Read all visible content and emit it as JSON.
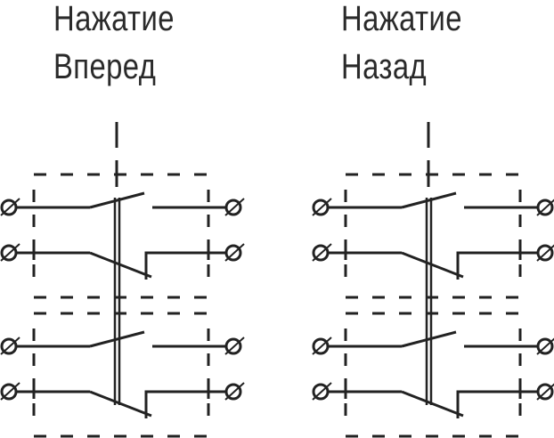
{
  "diagrams": [
    {
      "title_line1": "Нажатие",
      "title_line2": "Вперед",
      "pole_count": 2,
      "contacts_per_pole": [
        "normally-open",
        "normally-closed"
      ]
    },
    {
      "title_line1": "Нажатие",
      "title_line2": "Назад",
      "pole_count": 2,
      "contacts_per_pole": [
        "normally-open",
        "normally-closed"
      ]
    }
  ],
  "colors": {
    "line": "#222222",
    "text": "#2a2a2a",
    "background": "#ffffff"
  }
}
